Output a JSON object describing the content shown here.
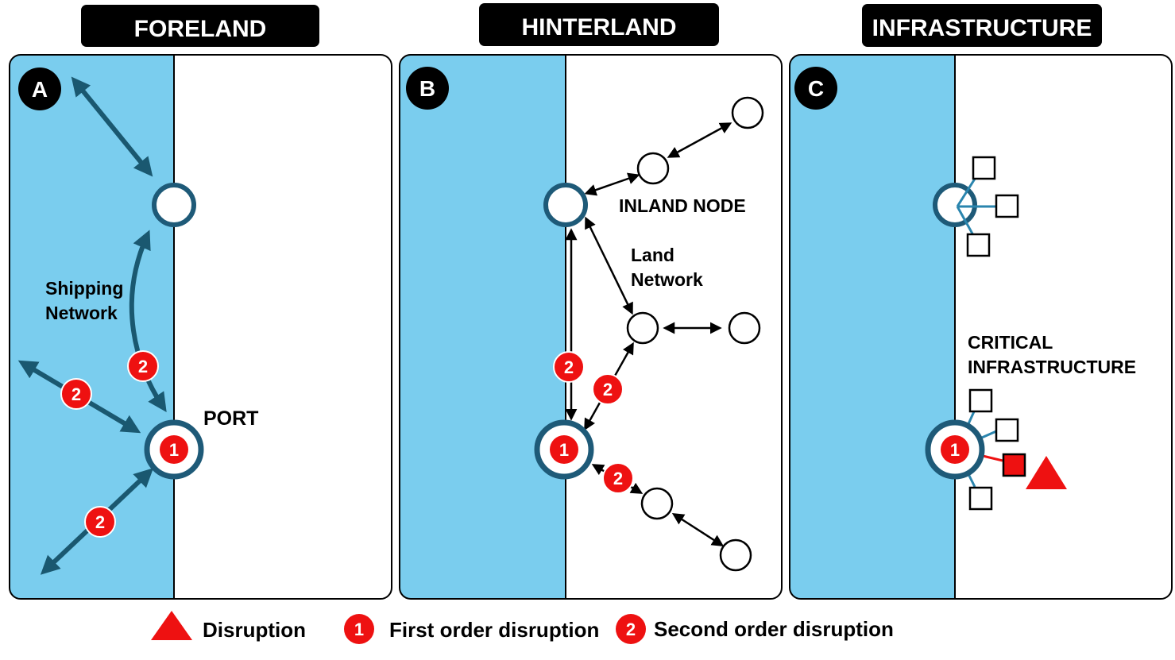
{
  "colors": {
    "sea": "#7ACDEE",
    "port_ring": "#1E5A78",
    "shipping_arrow": "#1A5870",
    "land_arrow": "#000000",
    "disruption": "#EE1111",
    "infra_link": "#2A85AE",
    "header_bg": "#000000"
  },
  "panels": [
    {
      "id": "A",
      "header": "FORELAND",
      "labels": {
        "network": [
          "Shipping",
          "Network"
        ],
        "port": "PORT"
      }
    },
    {
      "id": "B",
      "header": "HINTERLAND",
      "labels": {
        "inland_node": "INLAND NODE",
        "network": [
          "Land",
          "Network"
        ]
      }
    },
    {
      "id": "C",
      "header": "INFRASTRUCTURE",
      "labels": {
        "critical": [
          "CRITICAL",
          "INFRASTRUCTURE"
        ]
      }
    }
  ],
  "markers": {
    "first_order": "1",
    "second_order": "2"
  },
  "legend": {
    "disruption": "Disruption",
    "first_order": "First order disruption",
    "second_order": "Second order disruption"
  },
  "icons": {
    "disruption": "red-triangle-icon",
    "first_order": "red-circle-1-icon",
    "second_order": "red-circle-2-icon"
  }
}
